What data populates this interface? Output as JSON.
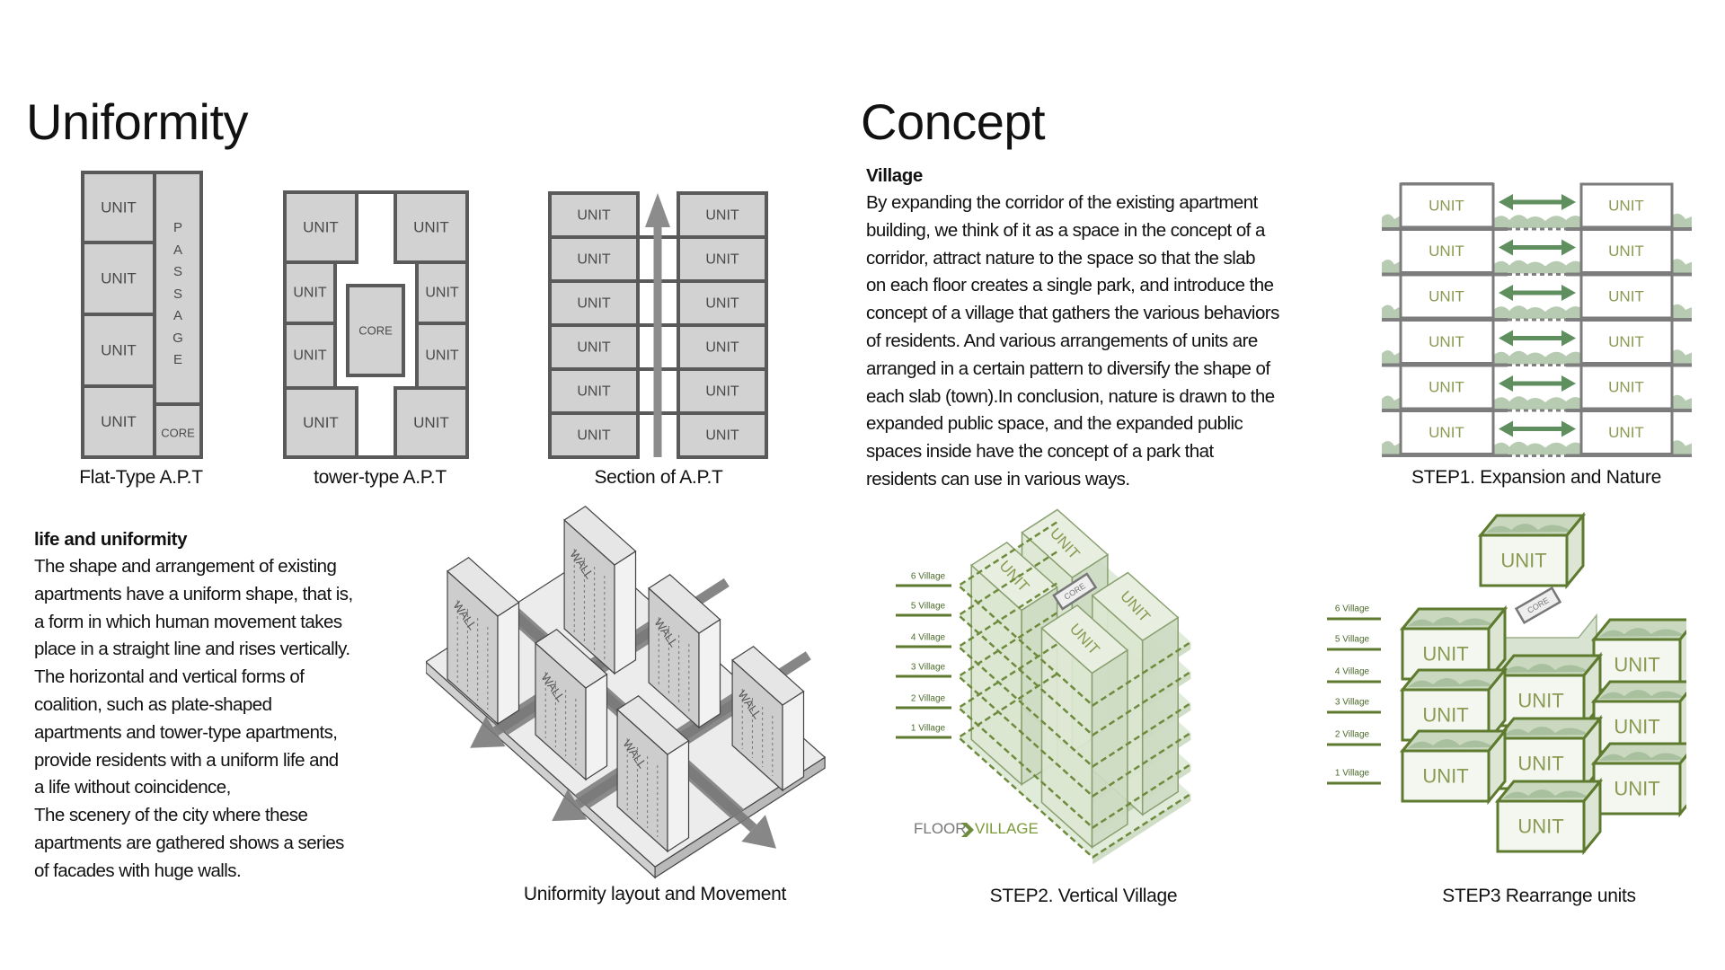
{
  "uniformity": {
    "title": "Uniformity",
    "flat": {
      "unit": "UNIT",
      "passage": "PASSAGE",
      "core": "CORE",
      "caption": "Flat-Type A.P.T"
    },
    "tower": {
      "unit": "UNIT",
      "core": "CORE",
      "caption": "tower-type A.P.T"
    },
    "section": {
      "unit": "UNIT",
      "caption": "Section of A.P.T"
    },
    "life": {
      "heading": "life and uniformity",
      "lines": [
        "The shape and arrangement of existing",
        "apartments have a uniform shape, that is,",
        "a form in which human movement takes",
        "place in a straight line and rises vertically.",
        "The horizontal and vertical forms of",
        "coalition, such as plate-shaped",
        "apartments and tower-type apartments,",
        "provide residents with a uniform life and",
        "a life without coincidence,",
        "The scenery of the city where these",
        "apartments are gathered shows a series",
        "of facades with huge walls."
      ]
    },
    "layout": {
      "wall": "WALL",
      "caption": "Uniformity layout and Movement"
    }
  },
  "concept": {
    "title": "Concept",
    "village": {
      "heading": "Village",
      "lines": [
        "By expanding the corridor of the existing apartment",
        "building, we think of it as a space in the concept of a",
        "corridor, attract nature to the space so that the slab",
        "on each floor creates a single park, and introduce the",
        "concept of a village that gathers the various behaviors",
        "of residents. And various arrangements of units are",
        "arranged in a certain pattern to diversify the shape of",
        "each slab (town).In conclusion, nature is drawn to the",
        "expanded public space, and the expanded public",
        "spaces inside have the concept of a park that",
        "residents can use in various ways."
      ]
    },
    "step1": {
      "unit": "UNIT",
      "caption": "STEP1. Expansion and Nature"
    },
    "step2": {
      "unit": "UNIT",
      "core": "CORE",
      "villages": [
        "6 Village",
        "5 Village",
        "4 Village",
        "3 Village",
        "2 Village",
        "1 Village"
      ],
      "floor": "FLOOR",
      "village_word": "VILLAGE",
      "caption": "STEP2. Vertical Village"
    },
    "step3": {
      "unit": "UNIT",
      "core": "CORE",
      "villages": [
        "6 Village",
        "5 Village",
        "4 Village",
        "3 Village",
        "2 Village",
        "1 Village"
      ],
      "caption": "STEP3 Rearrange units"
    }
  },
  "colors": {
    "unit_gray": "#d2d2d2",
    "outline_gray": "#5a5a5a",
    "green_line": "#5d7a2e",
    "green_text": "#8a9a52",
    "vegetation": "#b7cbb2",
    "arrow_green": "#5f8f5f"
  }
}
